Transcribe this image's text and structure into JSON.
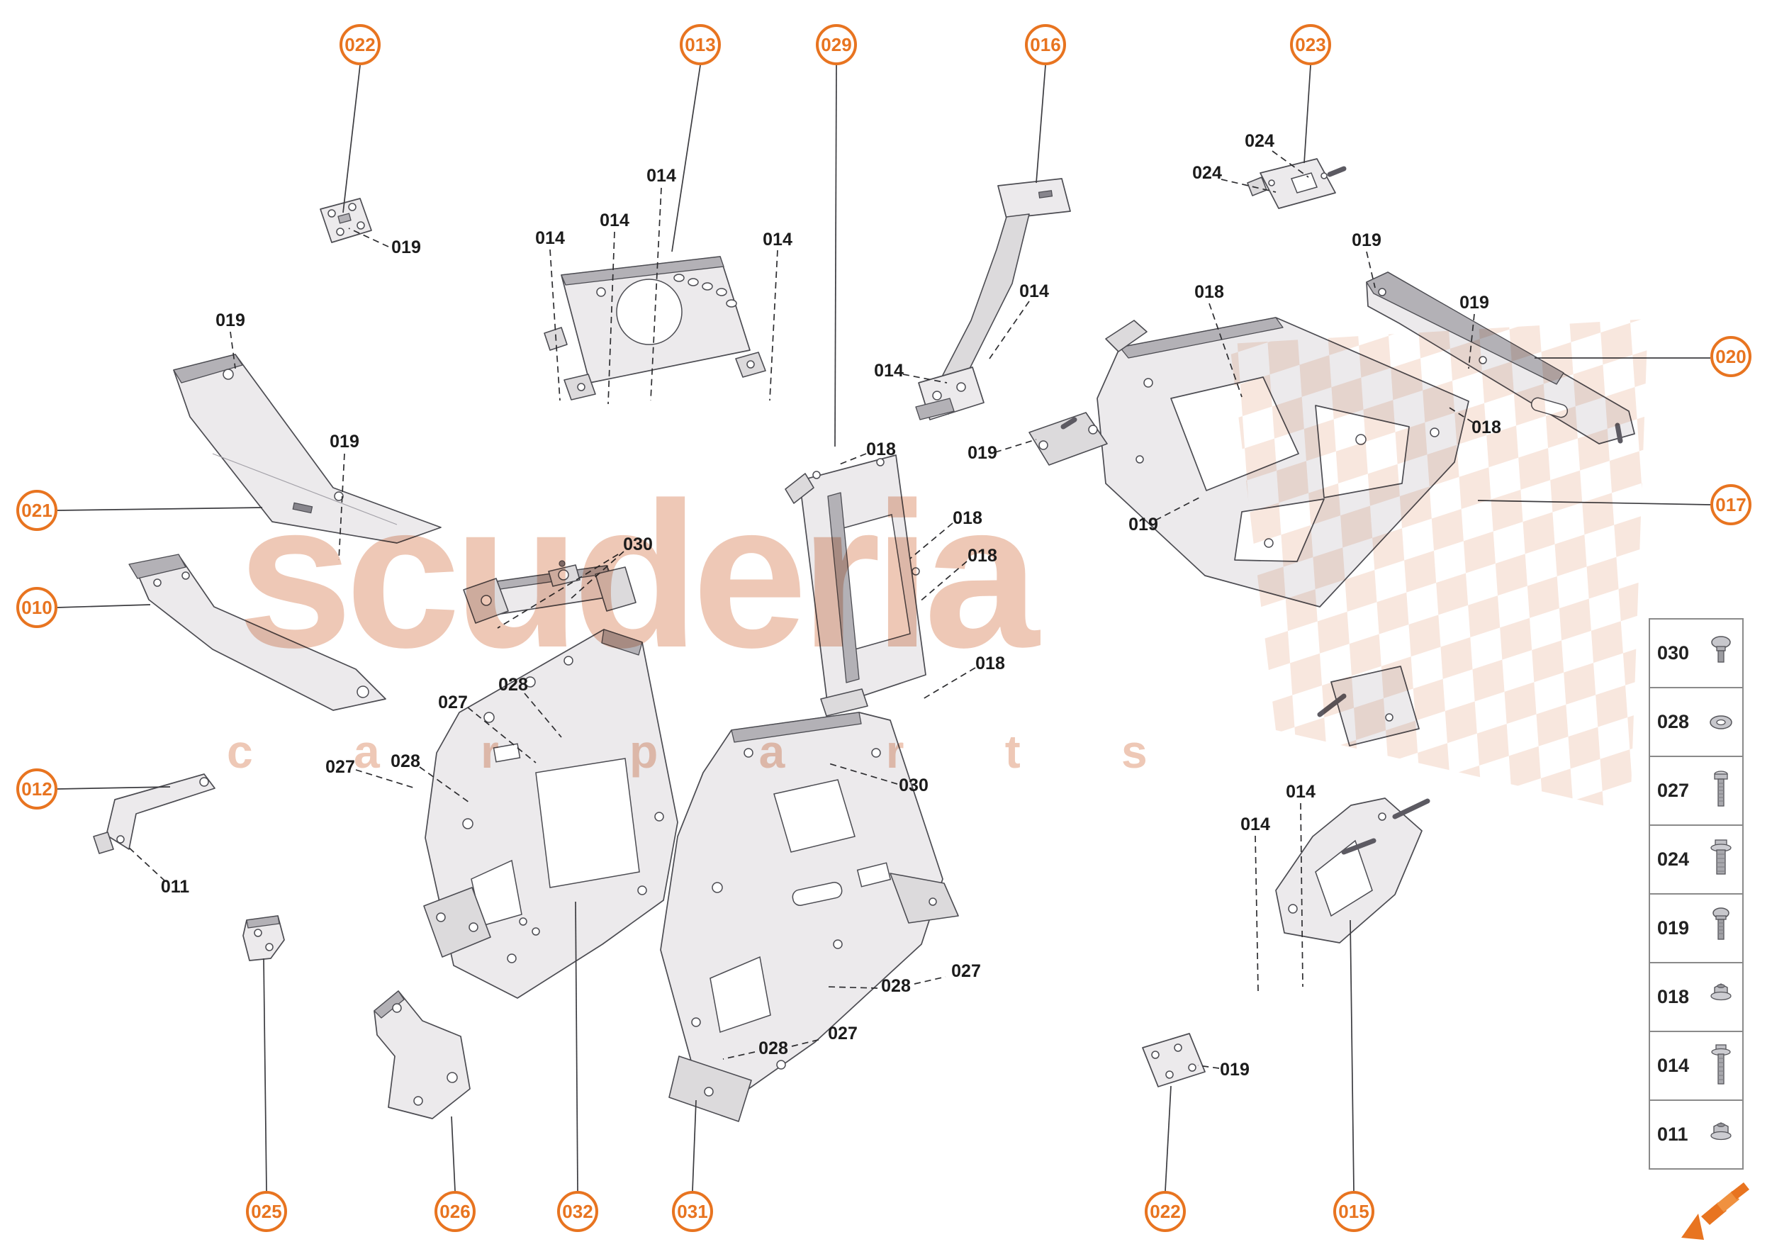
{
  "accent_color": "#e87420",
  "watermark": {
    "brand": "scuderia",
    "tagline_left": "c a r",
    "tagline_right": "p a r t s",
    "color": "#eec8b6"
  },
  "callouts": [
    {
      "label": "022"
    },
    {
      "label": "013"
    },
    {
      "label": "029"
    },
    {
      "label": "016"
    },
    {
      "label": "023"
    },
    {
      "label": "020"
    },
    {
      "label": "021"
    },
    {
      "label": "017"
    },
    {
      "label": "010"
    },
    {
      "label": "012"
    },
    {
      "label": "025"
    },
    {
      "label": "026"
    },
    {
      "label": "032"
    },
    {
      "label": "031"
    },
    {
      "label": "022"
    },
    {
      "label": "015"
    }
  ],
  "labels": [
    {
      "text": "019"
    },
    {
      "text": "014"
    },
    {
      "text": "014"
    },
    {
      "text": "014"
    },
    {
      "text": "014"
    },
    {
      "text": "024"
    },
    {
      "text": "024"
    },
    {
      "text": "019"
    },
    {
      "text": "019"
    },
    {
      "text": "018"
    },
    {
      "text": "018"
    },
    {
      "text": "014"
    },
    {
      "text": "014"
    },
    {
      "text": "019"
    },
    {
      "text": "019"
    },
    {
      "text": "019"
    },
    {
      "text": "019"
    },
    {
      "text": "018"
    },
    {
      "text": "018"
    },
    {
      "text": "018"
    },
    {
      "text": "018"
    },
    {
      "text": "030"
    },
    {
      "text": "030"
    },
    {
      "text": "027"
    },
    {
      "text": "028"
    },
    {
      "text": "027"
    },
    {
      "text": "028"
    },
    {
      "text": "011"
    },
    {
      "text": "028"
    },
    {
      "text": "027"
    },
    {
      "text": "028"
    },
    {
      "text": "027"
    },
    {
      "text": "019"
    },
    {
      "text": "014"
    },
    {
      "text": "014"
    }
  ],
  "legend": {
    "rows": [
      {
        "label": "030",
        "icon": "button-head-screw-icon"
      },
      {
        "label": "028",
        "icon": "washer-icon"
      },
      {
        "label": "027",
        "icon": "hex-bolt-icon"
      },
      {
        "label": "024",
        "icon": "flange-bolt-icon"
      },
      {
        "label": "019",
        "icon": "pan-head-screw-icon"
      },
      {
        "label": "018",
        "icon": "flange-nut-icon"
      },
      {
        "label": "014",
        "icon": "hex-flange-bolt-icon"
      },
      {
        "label": "011",
        "icon": "flange-nut-icon"
      }
    ]
  }
}
